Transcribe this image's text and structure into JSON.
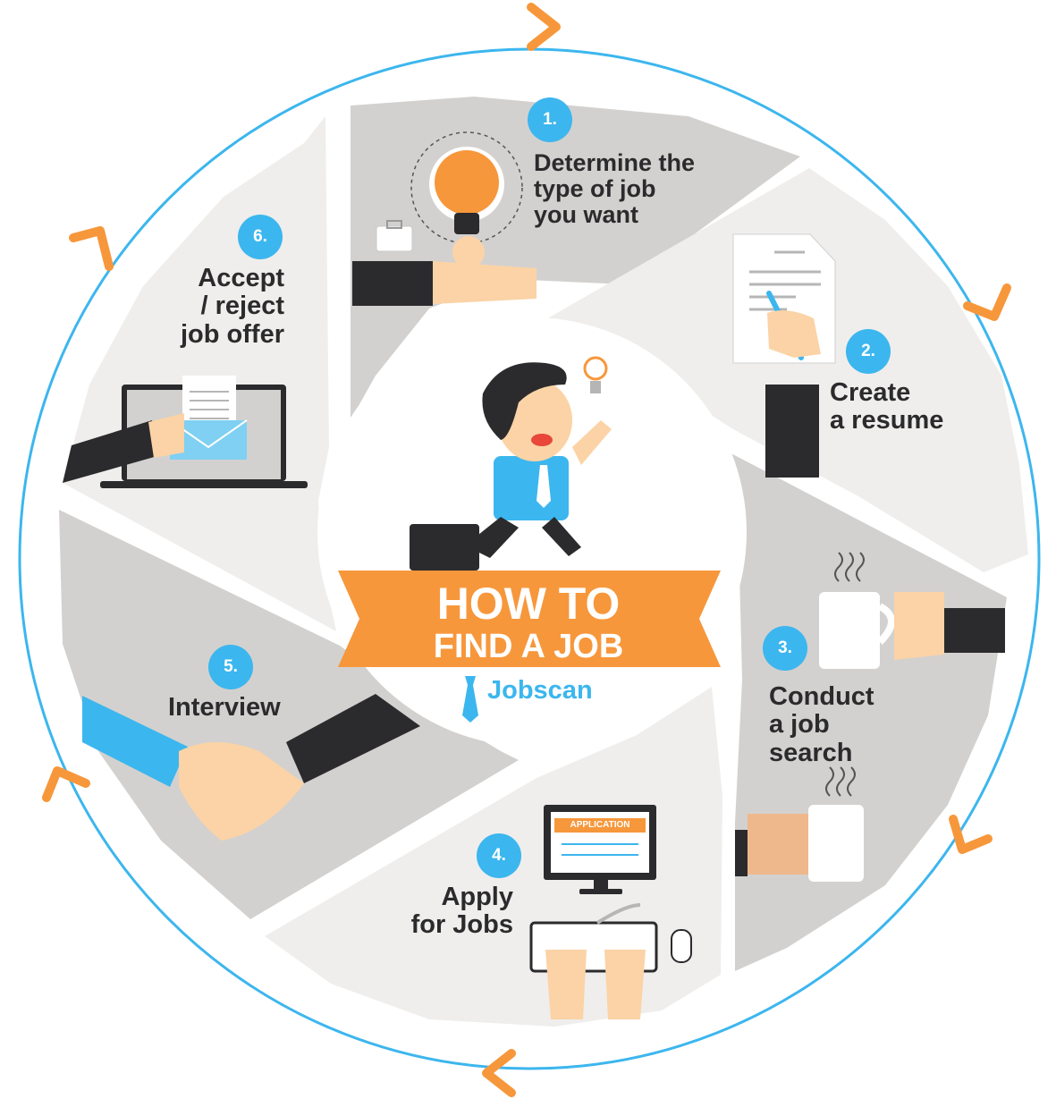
{
  "title": {
    "line1": "HOW TO",
    "line2": "FIND A JOB"
  },
  "brand": "Jobscan",
  "steps": [
    {
      "number": "1.",
      "lines": [
        "Determine the",
        "type of job",
        "you want"
      ]
    },
    {
      "number": "2.",
      "lines": [
        "Create",
        "a resume"
      ]
    },
    {
      "number": "3.",
      "lines": [
        "Conduct",
        "a job",
        "search"
      ]
    },
    {
      "number": "4.",
      "lines": [
        "Apply",
        "for Jobs"
      ]
    },
    {
      "number": "5.",
      "lines": [
        "Interview"
      ]
    },
    {
      "number": "6.",
      "lines": [
        "Accept",
        "/ reject",
        "job offer"
      ]
    }
  ],
  "application_screen_label": "APPLICATION",
  "colors": {
    "cycle_ring": "#3cb6ee",
    "arrow_heads": "#f7973b",
    "segment_dark": "#d3d1cf",
    "segment_light": "#efeeec",
    "number_badge": "#3cb6ee",
    "banner": "#f7973b",
    "text": "#2b2b2d"
  },
  "icons": [
    "lightbulb-icon",
    "briefcase-icon",
    "resume-document-icon",
    "pen-icon",
    "coffee-mug-icon",
    "computer-monitor-icon",
    "keyboard-icon",
    "mouse-icon",
    "handshake-icon",
    "laptop-icon",
    "envelope-icon",
    "jobscan-tie-logo-icon"
  ]
}
